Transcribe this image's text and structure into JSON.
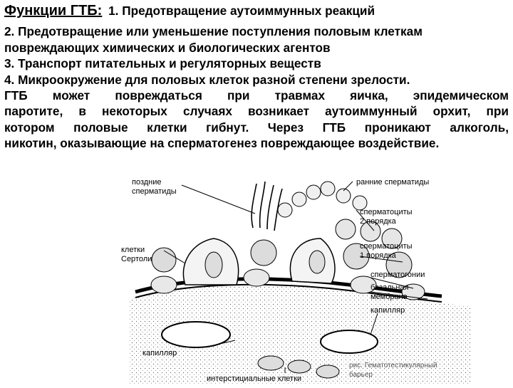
{
  "heading": {
    "title": "Функции ГТБ:",
    "first_function": "1. Предотвращение аутоиммунных реакций"
  },
  "lines": [
    "2. Предотвращение или уменьшение поступления половым клеткам",
    "повреждающих химических и биологических агентов",
    "3. Транспорт питательных и регуляторных веществ",
    "4. Микроокружение для половых клеток разной степени зрелости."
  ],
  "paragraph_lines": [
    "ГТБ может повреждаться при травмах яичка, эпидемическом",
    "паротите, в некоторых случаях возникает аутоиммунный орхит, при",
    "котором половые клетки гибнут. Через ГТБ проникают алкоголь,",
    "никотин, оказывающие на сперматогенез повреждающее воздействие."
  ],
  "figure": {
    "labels": {
      "late_spermatids": [
        "поздние",
        "сперматиды"
      ],
      "sertoli_cells": [
        "клетки",
        "Сертоли"
      ],
      "capillary_bottom": "капилляр",
      "interstitial_cells": "интерстициальные клетки",
      "early_spermatids": "ранние сперматиды",
      "spermatocytes_2": [
        "сперматоциты",
        "2 порядка"
      ],
      "spermatocytes_1": [
        "сперматоциты",
        "1 порядка"
      ],
      "spermatogonia": "сперматогонии",
      "basal_membrane": [
        "базальная",
        "мембрана"
      ],
      "capillary_right": "капилляр",
      "caption": [
        "рис. Гематотестикулярный",
        "барьер"
      ]
    }
  }
}
